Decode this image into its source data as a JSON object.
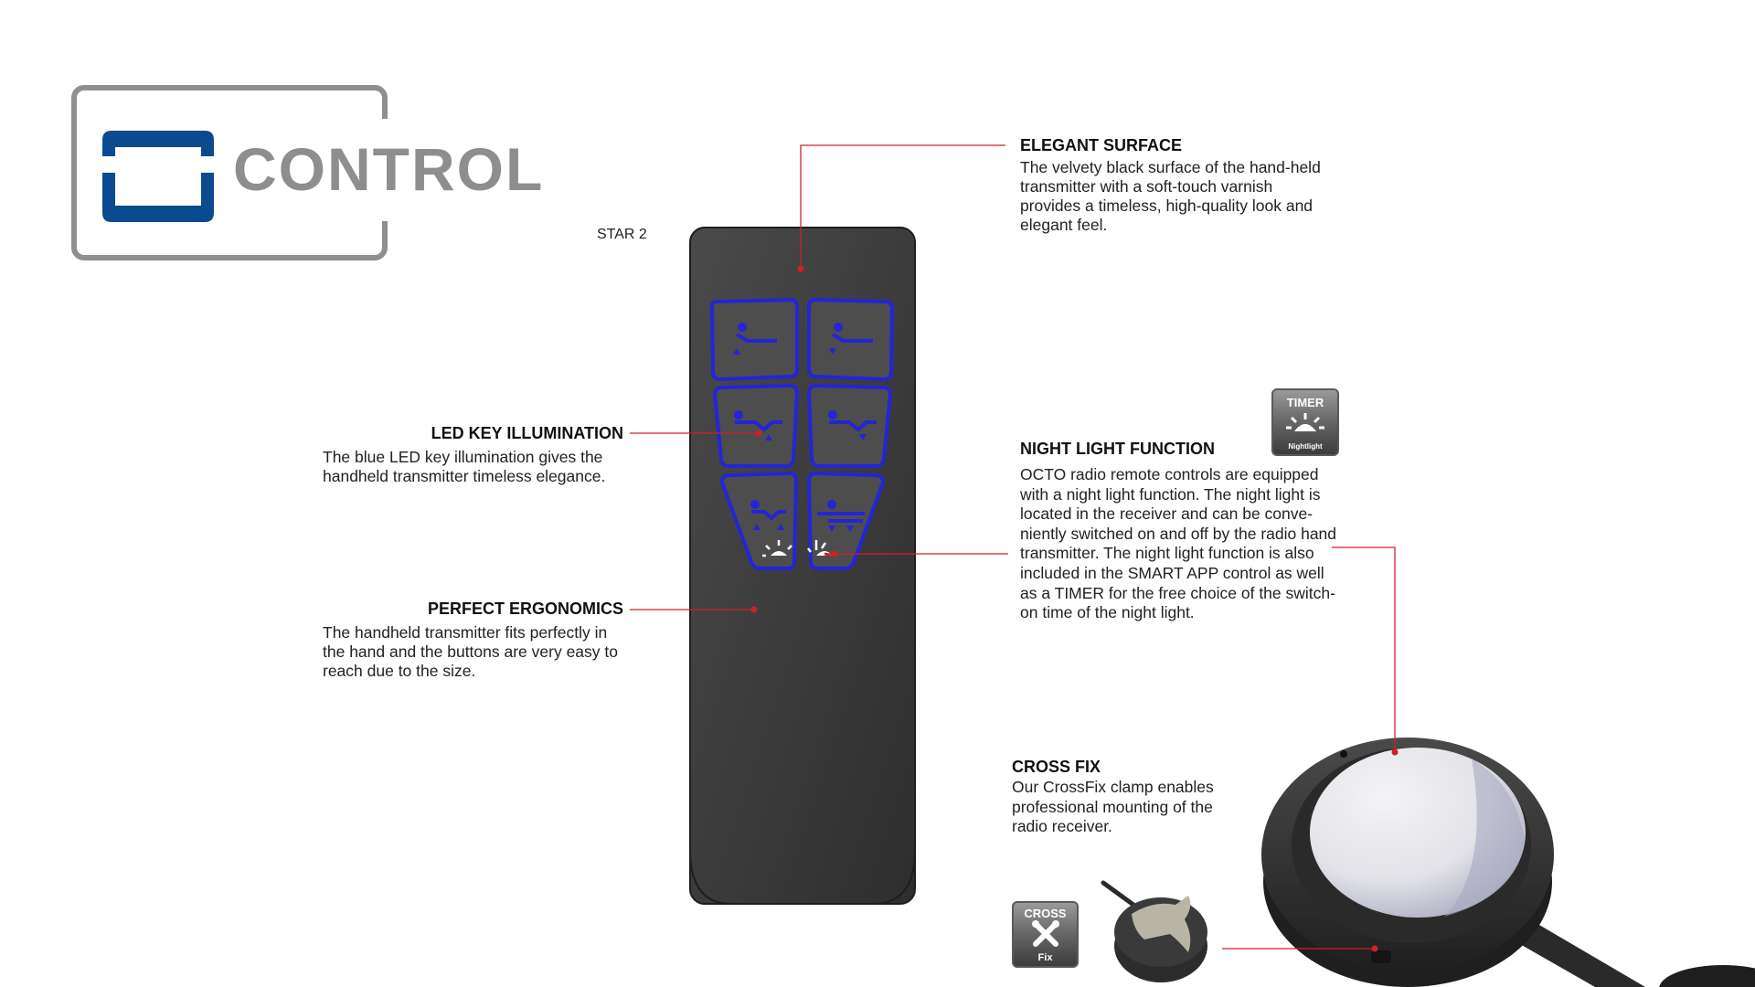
{
  "brand": {
    "logo_text": "CONTROL"
  },
  "product": {
    "model": "STAR 2"
  },
  "features": {
    "elegant_surface": {
      "title": "ELEGANT SURFACE",
      "body": "The velvety black surface of the hand-held transmitter with a soft-touch varnish provides a timeless, high-quality look and elegant feel."
    },
    "led_illumination": {
      "title": "LED KEY ILLUMINATION",
      "body": "The blue LED key illumination gives the handheld transmitter timeless elegance."
    },
    "ergonomics": {
      "title": "PERFECT ERGONOMICS",
      "body": "The handheld transmitter fits perfectly in the hand and the buttons are very easy to reach due to the size."
    },
    "night_light": {
      "title": "NIGHT LIGHT FUNCTION",
      "body": "OCTO radio remote controls are equipped with a night light function. The night light is located in the receiver and can be conve-niently switched on and off by the radio hand transmitter. The night light function is also included in the SMART APP control as well as a TIMER for the free choice of the switch-on time of the night light."
    },
    "cross_fix": {
      "title": "CROSS FIX",
      "body": "Our CrossFix clamp enables professional mounting of the radio receiver."
    }
  },
  "badges": {
    "timer": {
      "top": "TIMER",
      "bottom": "Nightlight"
    },
    "cross": {
      "top": "CROSS",
      "bottom": "Fix"
    }
  },
  "colors": {
    "brand_blue": "#0b4a8e",
    "logo_gray": "#8e8e8e",
    "led_blue": "#2424d8",
    "leader_red": "#d0202a",
    "remote_body": "#3a3a3a"
  }
}
